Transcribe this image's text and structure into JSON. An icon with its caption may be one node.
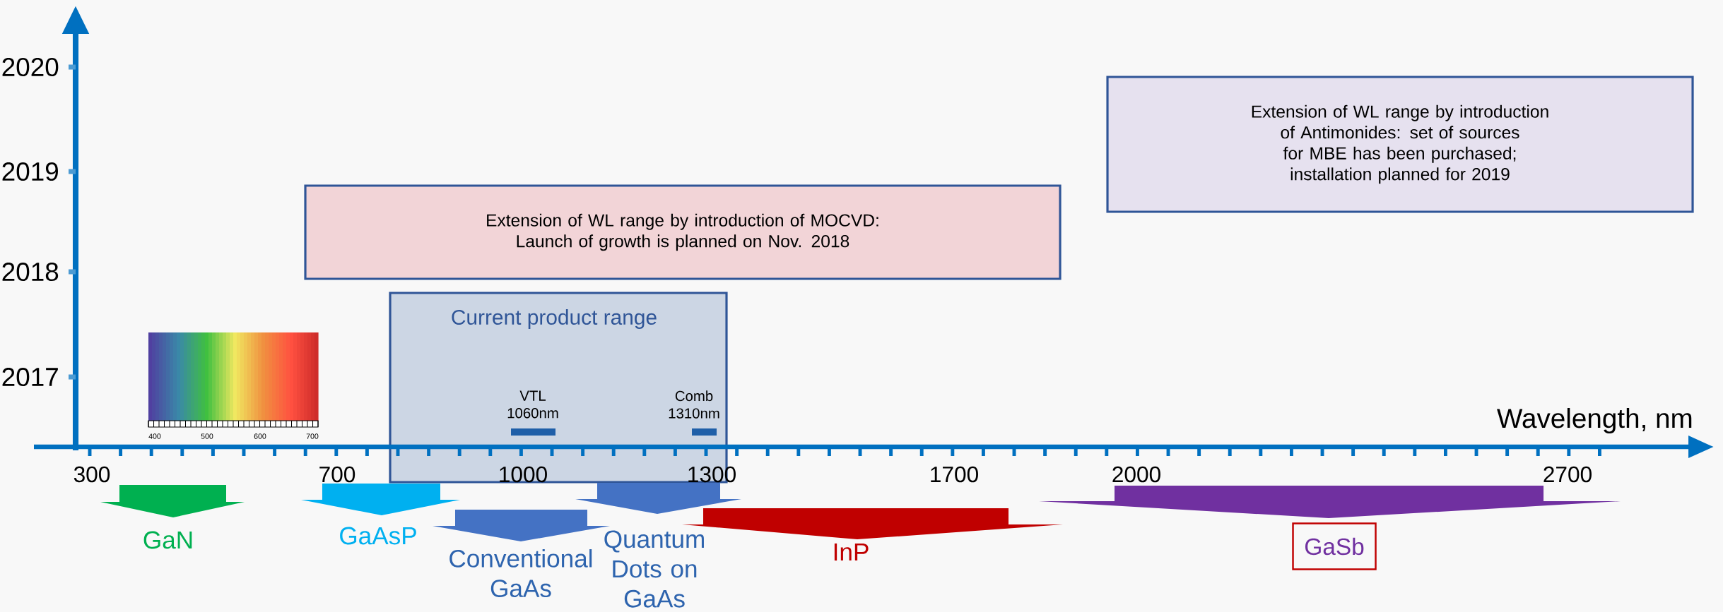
{
  "diagram": {
    "nodes": [
      {
        "text": [
          "Extension of WL range by introduction of MOCVD: Launch of growth is planned on Nov. 2018"
        ]
      },
      {
        "text": [
          "Extension of WL range by introduction of Antimonides: set of sources for MBE has been purchased; installation planned for 2019"
        ]
      },
      {
        "text": [
          "Current product range",
          "VTL 1060nm",
          "Comb 1310nm"
        ]
      },
      {
        "text": [
          "GaN"
        ]
      },
      {
        "text": [
          "GaAsP"
        ]
      },
      {
        "text": [
          "Conventional GaAs"
        ]
      },
      {
        "text": [
          "Quantum Dots on GaAs"
        ]
      },
      {
        "text": [
          "InP"
        ]
      },
      {
        "text": [],
        "shape": "arrow"
      },
      {
        "text": [
          "GaSb"
        ]
      }
    ],
    "labels": [
      "2020",
      "2019",
      "2018",
      "2017",
      "400",
      "500",
      "600",
      "700",
      "Wavelength, nm",
      "300",
      "700",
      "1000",
      "1300",
      "1700",
      "2000",
      "2700"
    ]
  }
}
